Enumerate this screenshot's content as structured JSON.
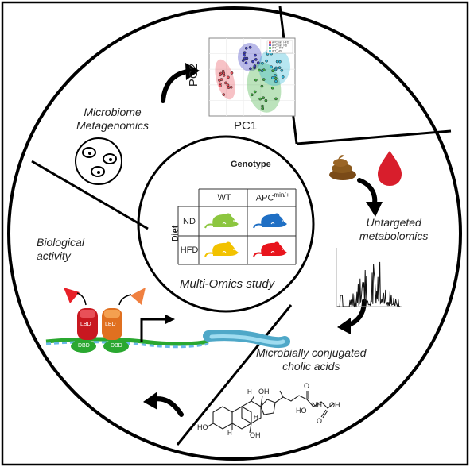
{
  "sections": {
    "metagenomics": {
      "line1": "Microbiome",
      "line2": "Metagenomics"
    },
    "metabolomics": {
      "line1": "Untargeted",
      "line2": "metabolomics"
    },
    "conjugated": {
      "line1": "Microbially conjugated",
      "line2": "cholic acids"
    },
    "biological": {
      "line1": "Biological",
      "line2": "activity"
    }
  },
  "pca": {
    "xlabel": "PC1",
    "ylabel": "PC2",
    "legend": [
      "APCmin_HFD",
      "APCmin_ND",
      "WT_HFD",
      "WT_ND"
    ],
    "colors": [
      "#e8505b",
      "#3a3ac0",
      "#40b040",
      "#30b8d8"
    ]
  },
  "center": {
    "title": "Multi-Omics study",
    "genotype_label": "Genotype",
    "diet_label": "Diet",
    "col_wt": "WT",
    "col_apc": "APC",
    "col_apc_sup": "min/+",
    "row_nd": "ND",
    "row_hfd": "HFD",
    "mouse_colors": {
      "wt_nd": "#8cc63f",
      "apc_nd": "#1f6fc4",
      "wt_hfd": "#f2c200",
      "apc_hfd": "#e8141c"
    }
  },
  "receptor": {
    "lbd": "LBD",
    "dbd": "DBD"
  },
  "molecule": {
    "ho": "HO",
    "oh": "OH",
    "h": "H",
    "o": "O",
    "nh": "NH"
  }
}
